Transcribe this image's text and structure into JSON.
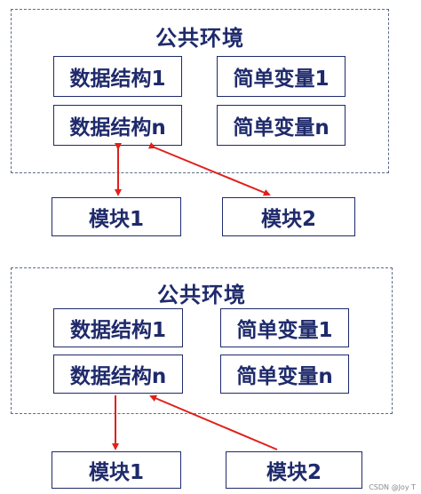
{
  "top": {
    "title": "公共环境",
    "ds1": "数据结构1",
    "var1": "简单变量1",
    "dsn": "数据结构n",
    "varn": "简单变量n",
    "mod1": "模块1",
    "mod2": "模块2"
  },
  "bottom": {
    "title": "公共环境",
    "ds1": "数据结构1",
    "var1": "简单变量1",
    "dsn": "数据结构n",
    "varn": "简单变量n",
    "mod1": "模块1",
    "mod2": "模块2"
  },
  "watermark": "CSDN @Joy T",
  "colors": {
    "arrow": "#e0201b",
    "text": "#1f2a6b",
    "border": "#5b6b8a"
  }
}
